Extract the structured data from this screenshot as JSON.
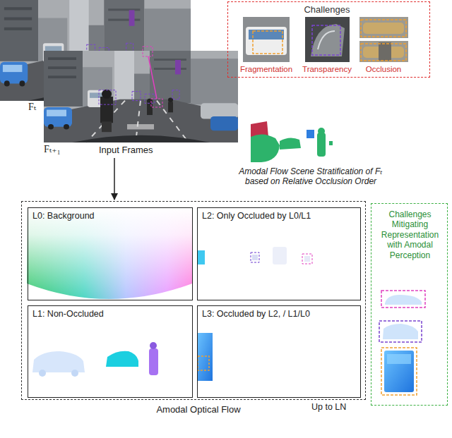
{
  "diagram": {
    "nodes": [
      {
        "text": [
          "Fₜ",
          "Fₜ₊₁",
          "Input Frames"
        ]
      },
      {
        "text": [
          "Challenges"
        ]
      },
      {
        "text": [
          "Amodal Flow Scene Stratification of Fₜ based on Relative Occlusion Order"
        ]
      },
      {
        "text": [
          "Amodal Optical Flow",
          "Up to LN"
        ]
      },
      {
        "text": [
          "L0: Background"
        ],
        "in": 3
      },
      {
        "text": [
          "L2: Only Occluded by L0/L1"
        ],
        "in": 3
      },
      {
        "text": [
          "L1: Non-Occluded"
        ],
        "in": 3
      },
      {
        "text": [
          "L3: Occluded by L2, / L1/L0"
        ],
        "in": 3
      },
      {
        "text": [
          "Challenges Mitigating Representation with Amodal Perception"
        ]
      }
    ],
    "edges": [
      {
        "from": 0,
        "to": 3,
        "arrow": "to"
      }
    ],
    "labels": [
      "Fragmentation",
      "Transparency",
      "Occlusion"
    ]
  }
}
